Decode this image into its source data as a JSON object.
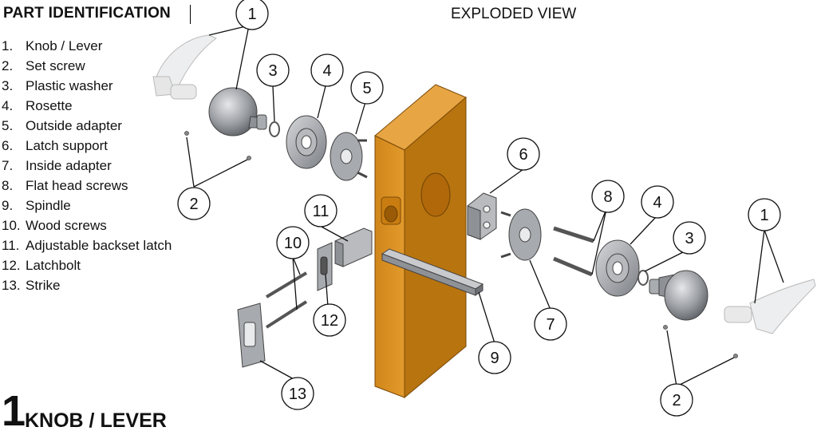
{
  "header": {
    "title": "PART IDENTIFICATION",
    "view_title": "EXPLODED VIEW"
  },
  "parts": [
    {
      "num": "1.",
      "label": "Knob / Lever"
    },
    {
      "num": "2.",
      "label": "Set screw"
    },
    {
      "num": "3.",
      "label": "Plastic washer"
    },
    {
      "num": "4.",
      "label": "Rosette"
    },
    {
      "num": "5.",
      "label": "Outside adapter"
    },
    {
      "num": "6.",
      "label": "Latch support"
    },
    {
      "num": "7.",
      "label": "Inside adapter"
    },
    {
      "num": "8.",
      "label": "Flat head screws"
    },
    {
      "num": "9.",
      "label": "Spindle"
    },
    {
      "num": "10.",
      "label": "Wood screws"
    },
    {
      "num": "11.",
      "label": "Adjustable backset latch"
    },
    {
      "num": "12.",
      "label": "Latchbolt"
    },
    {
      "num": "13.",
      "label": "Strike"
    }
  ],
  "section": {
    "number": "1",
    "title": "KNOB / LEVER"
  },
  "callouts": [
    "1",
    "3",
    "4",
    "5",
    "2",
    "6",
    "8",
    "4",
    "1",
    "3",
    "11",
    "10",
    "12",
    "7",
    "9",
    "13",
    "2"
  ],
  "colors": {
    "door": "#D98E1C",
    "door_shade": "#B8740F",
    "door_top": "#E8A544",
    "metal": "#8E9196",
    "metal_light": "#D3D5D8"
  }
}
